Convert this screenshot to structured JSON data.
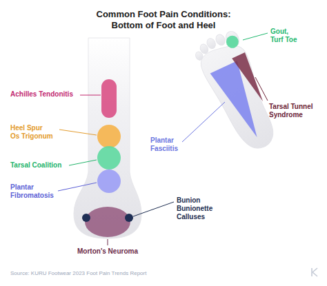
{
  "diagram": {
    "title": "Common Foot Pain Conditions: Bottom of Foot and Heel",
    "caption": "Source: KURU Footwear 2023 Foot Pain Trends Report",
    "labels": [
      "Achilles Tendonitis",
      "Heel Spur",
      "Os Trigonum",
      "Tarsal Coalition",
      "Plantar Fibromatosis",
      "Bunion",
      "Bunionette",
      "Calluses",
      "Morton's Neuroma",
      "Gout, Turf Toe",
      "Tarsal Tunnel Syndrome",
      "Plantar Fasciitis"
    ]
  }
}
